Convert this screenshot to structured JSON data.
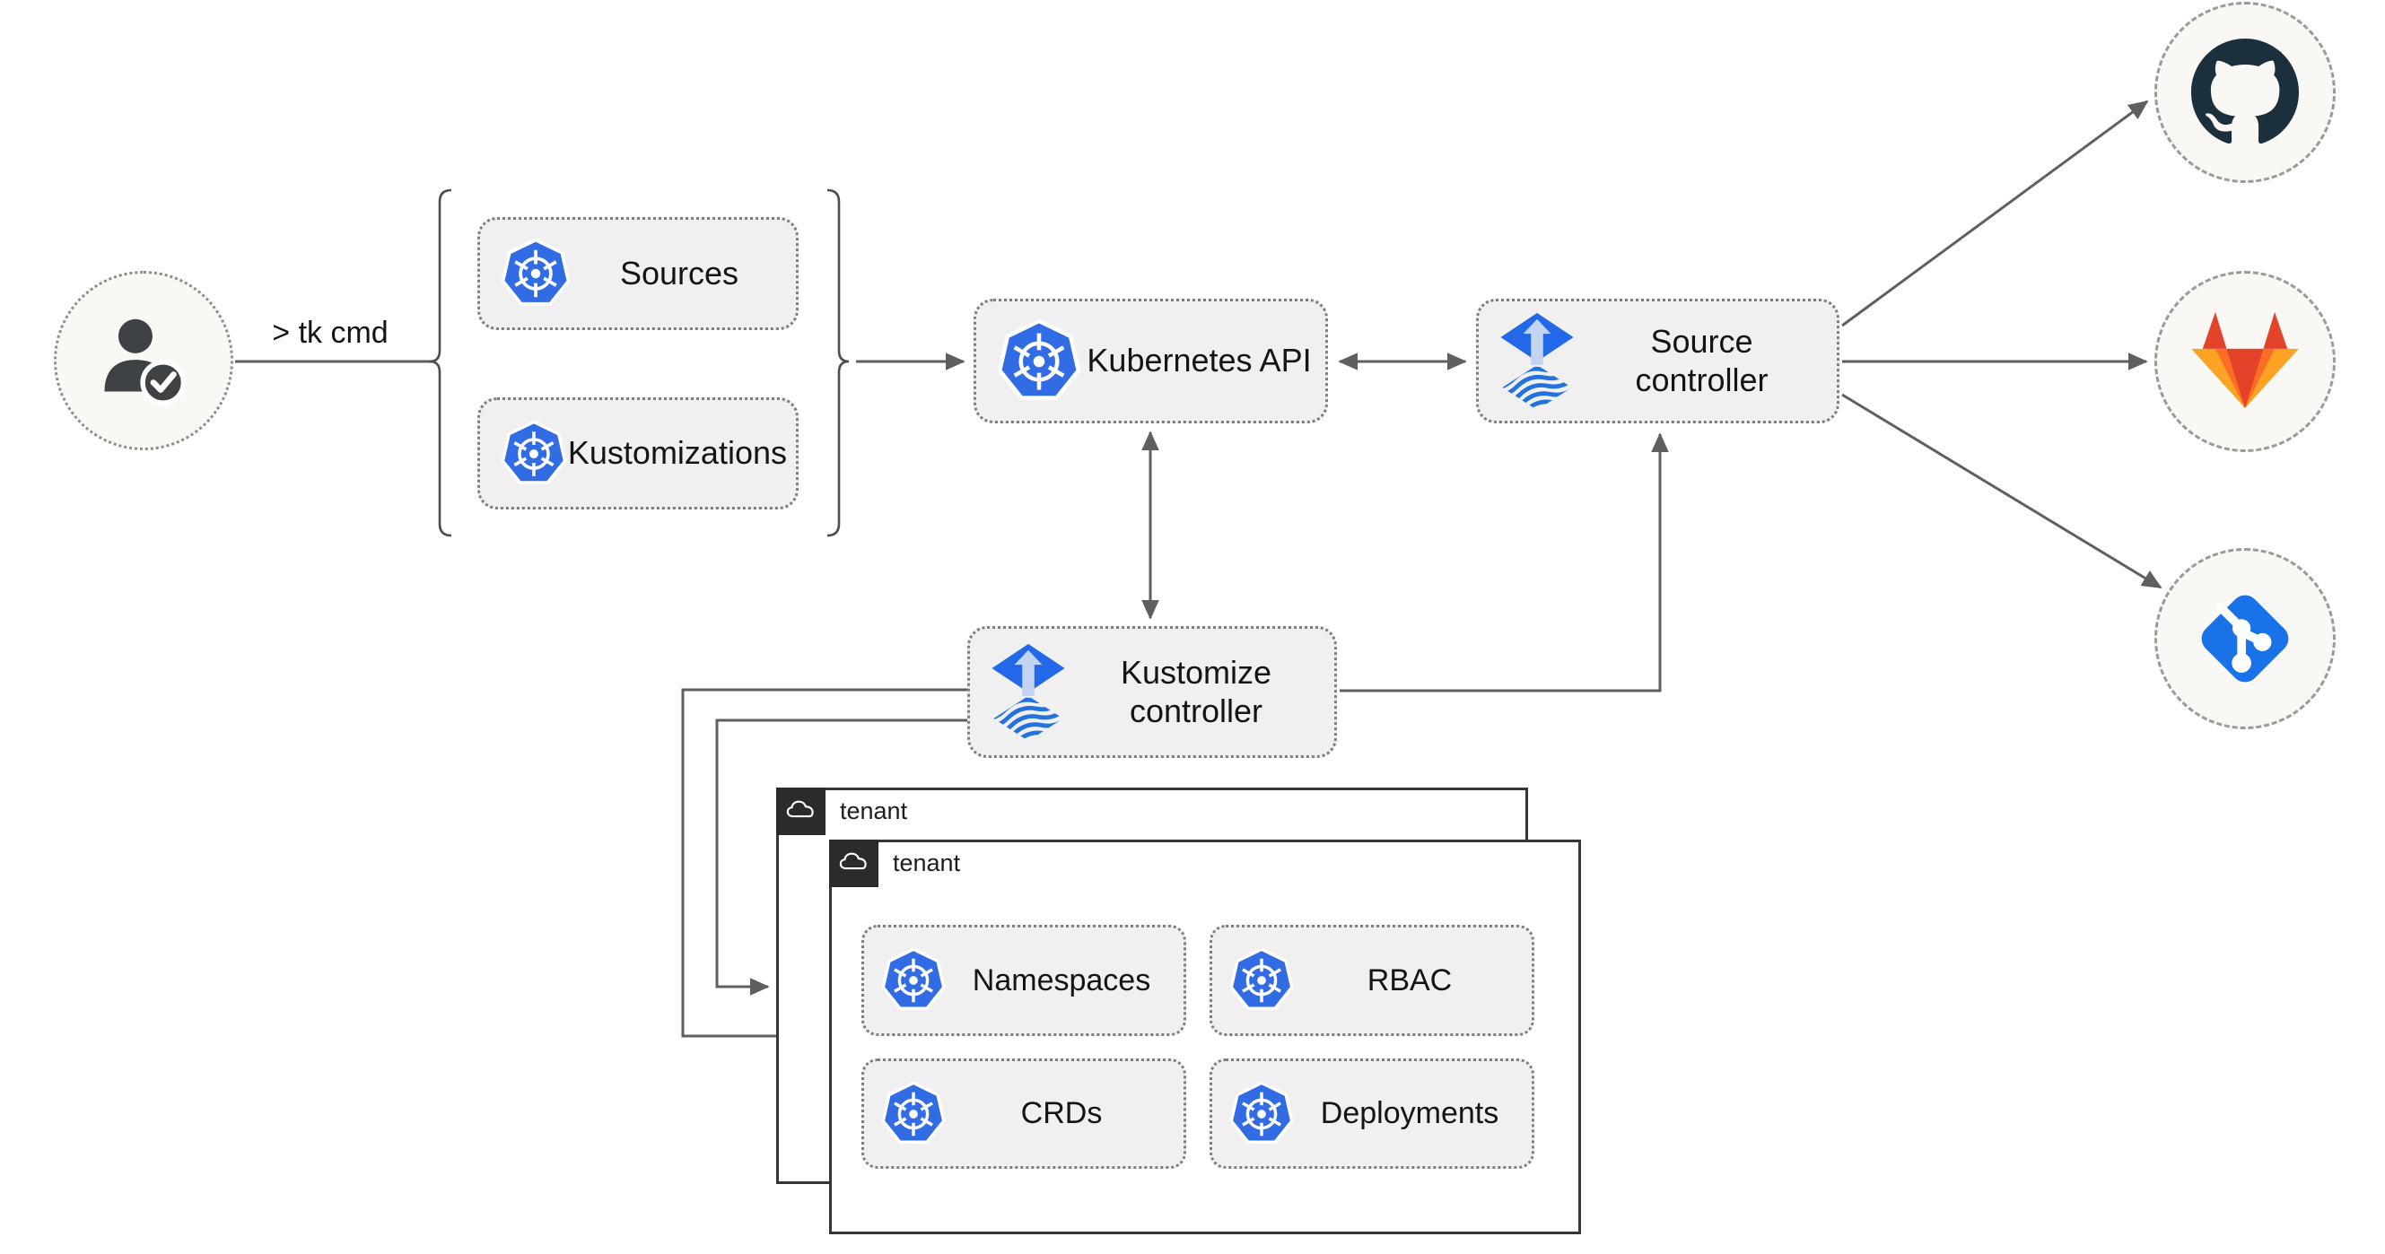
{
  "user": {
    "command_label": "> tk cmd"
  },
  "crd_group": {
    "sources_label": "Sources",
    "kustomizations_label": "Kustomizations"
  },
  "nodes": {
    "kubernetes_api": "Kubernetes API",
    "source_controller": "Source controller",
    "kustomize_controller": "Kustomize controller"
  },
  "tenants": {
    "back_label": "tenant",
    "front_label": "tenant"
  },
  "resources": {
    "namespaces": "Namespaces",
    "rbac": "RBAC",
    "crds": "CRDs",
    "deployments": "Deployments"
  },
  "providers": {
    "top": "github",
    "middle": "gitlab",
    "bottom": "git"
  },
  "colors": {
    "kubernetes_blue": "#326ce5",
    "flux_blue": "#2268e8",
    "flux_arrow_light": "#c3d4f2",
    "flux_waves": "#2472e0",
    "github_dark": "#1b2f3d",
    "gitlab_red": "#e24329",
    "gitlab_orange": "#fc6d26",
    "gitlab_light_orange": "#fca326",
    "git_blue": "#1a72e8",
    "line_gray": "#5f5f5f",
    "node_fill": "#f0f0f0",
    "tenant_tab_dark": "#2b2b2b"
  }
}
